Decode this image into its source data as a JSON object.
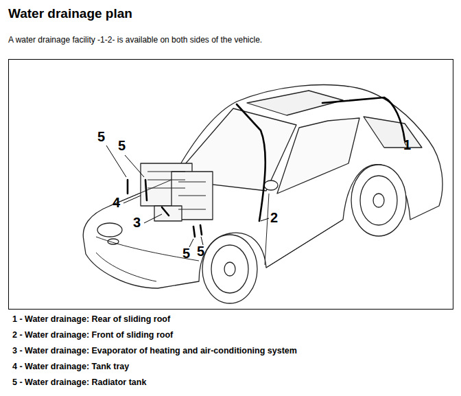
{
  "diagram": {
    "title": "Water drainage plan",
    "labels": [
      "A water drainage facility -1-2- is available on both sides of the vehicle.",
      "5",
      "5",
      "4",
      "3",
      "5",
      "5",
      "2",
      "1",
      "1 - Water drainage: Rear of sliding roof",
      "2 - Water drainage: Front of sliding roof",
      "3 - Water drainage: Evaporator of heating and air-conditioning system",
      "4 - Water drainage: Tank tray",
      "5 - Water drainage: Radiator tank"
    ]
  }
}
